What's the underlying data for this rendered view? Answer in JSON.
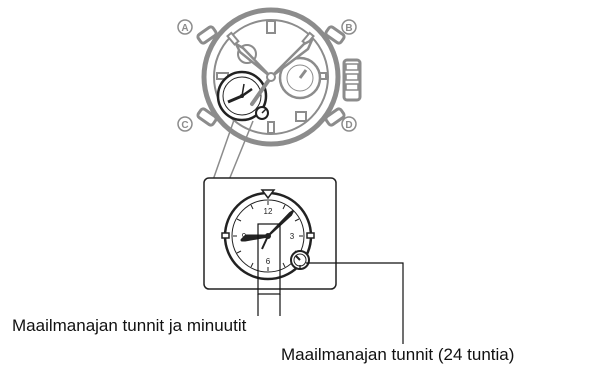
{
  "buttons": {
    "a": "A",
    "b": "B",
    "c": "C",
    "d": "D"
  },
  "callouts": {
    "hours_minutes": "Maailmanajan tunnit ja minuutit",
    "hours_24": "Maailmanajan tunnit (24 tuntia)"
  },
  "subdial_numerals": [
    "12",
    "3",
    "6",
    "9"
  ],
  "colors": {
    "line": "#8c8c8c",
    "dark": "#222222",
    "callout_line": "#111111",
    "background": "#ffffff"
  }
}
